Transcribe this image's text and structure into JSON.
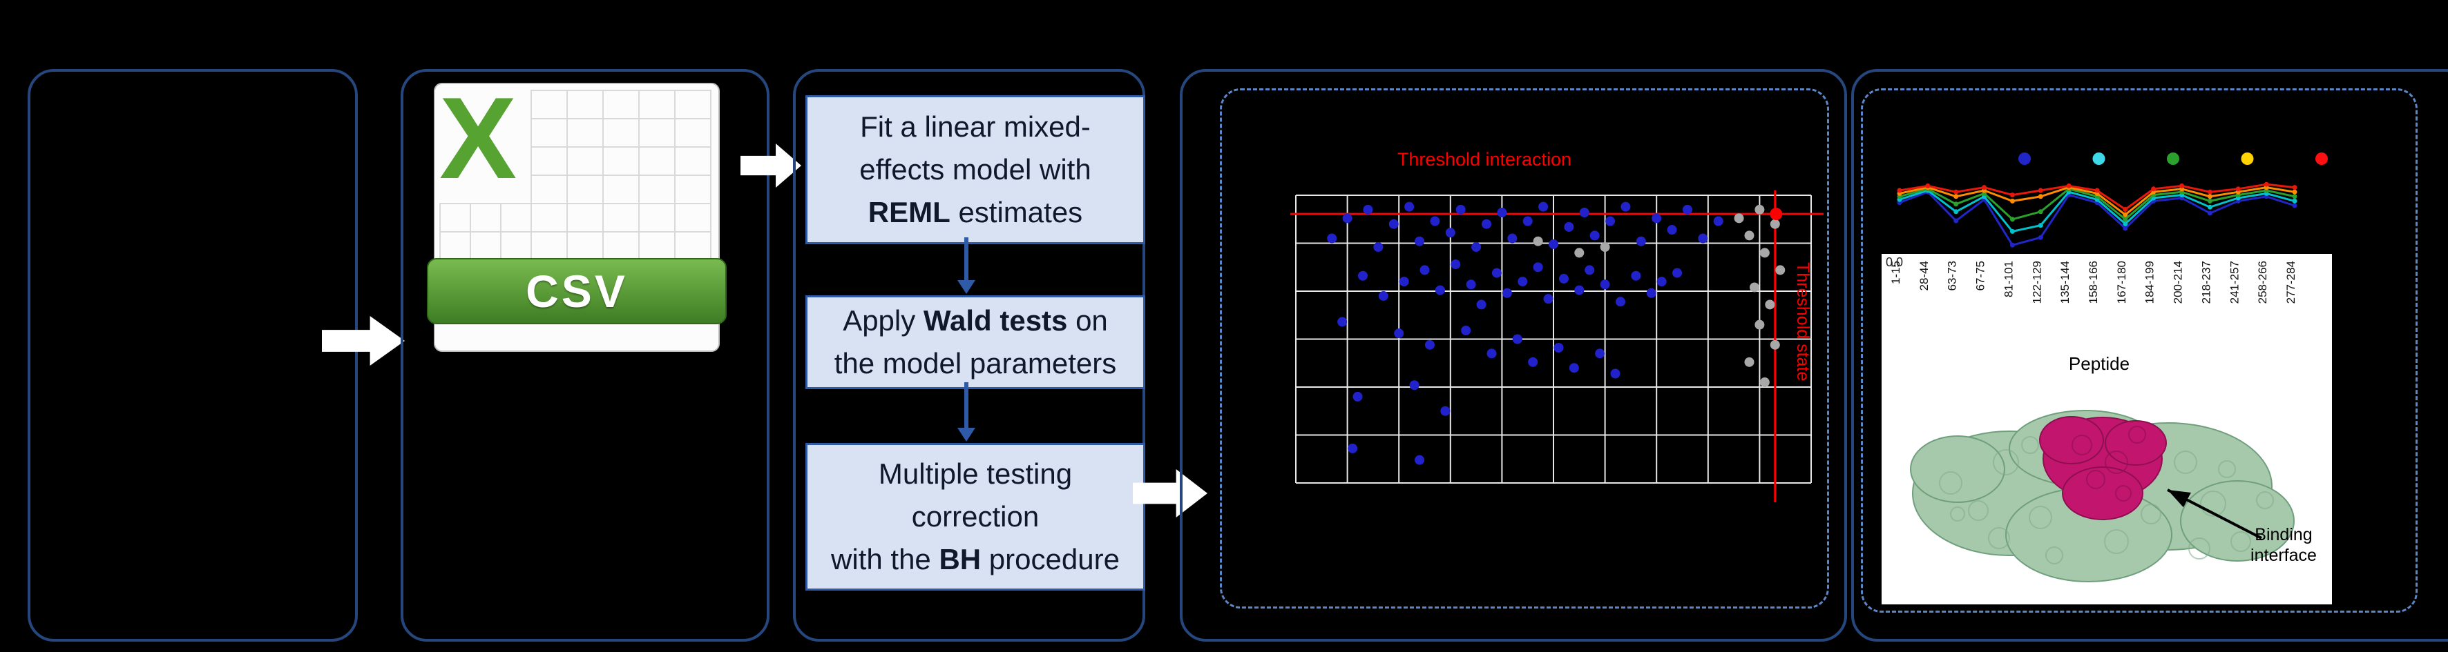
{
  "colors": {
    "solid_box_border": "#25477e",
    "dashed_box_border": "#5b87c9",
    "step_fill": "#d9e2f3",
    "step_border": "#2e5aa8",
    "flow_arrow": "#ffffff",
    "threshold_red": "#ff0000",
    "grid_line": "#e8e8e8"
  },
  "csv_icon": {
    "letter": "X",
    "label": "CSV"
  },
  "steps": [
    {
      "pre": "Fit a linear mixed-\neffects model with\n",
      "bold": "REML",
      "post": " estimates"
    },
    {
      "pre": "Apply ",
      "bold": "Wald tests",
      "post": " on\nthe model parameters"
    },
    {
      "pre": "Multiple testing\ncorrection\nwith the ",
      "bold": "BH",
      "post": " procedure"
    }
  ],
  "chart_data": [
    {
      "id": "significance-scatter",
      "type": "scatter",
      "title": "Threshold interaction",
      "threshold_x_label": "Threshold state",
      "grid": true,
      "grid_cols": 11,
      "grid_rows": 7,
      "x_threshold_norm": 0.93,
      "y_threshold_norm": 0.065,
      "series": [
        {
          "name": "significant-peptides",
          "color": "#2222cc",
          "radius": 7,
          "points": [
            [
              0.07,
              0.15
            ],
            [
              0.1,
              0.08
            ],
            [
              0.14,
              0.05
            ],
            [
              0.16,
              0.18
            ],
            [
              0.19,
              0.1
            ],
            [
              0.22,
              0.04
            ],
            [
              0.24,
              0.16
            ],
            [
              0.27,
              0.09
            ],
            [
              0.3,
              0.13
            ],
            [
              0.32,
              0.05
            ],
            [
              0.35,
              0.18
            ],
            [
              0.37,
              0.1
            ],
            [
              0.4,
              0.06
            ],
            [
              0.42,
              0.15
            ],
            [
              0.45,
              0.09
            ],
            [
              0.48,
              0.04
            ],
            [
              0.5,
              0.17
            ],
            [
              0.53,
              0.11
            ],
            [
              0.56,
              0.06
            ],
            [
              0.58,
              0.14
            ],
            [
              0.61,
              0.09
            ],
            [
              0.64,
              0.04
            ],
            [
              0.67,
              0.16
            ],
            [
              0.7,
              0.08
            ],
            [
              0.73,
              0.12
            ],
            [
              0.76,
              0.05
            ],
            [
              0.79,
              0.15
            ],
            [
              0.82,
              0.09
            ],
            [
              0.13,
              0.28
            ],
            [
              0.17,
              0.35
            ],
            [
              0.21,
              0.3
            ],
            [
              0.25,
              0.26
            ],
            [
              0.28,
              0.33
            ],
            [
              0.31,
              0.24
            ],
            [
              0.34,
              0.31
            ],
            [
              0.36,
              0.38
            ],
            [
              0.39,
              0.27
            ],
            [
              0.41,
              0.34
            ],
            [
              0.44,
              0.3
            ],
            [
              0.47,
              0.25
            ],
            [
              0.49,
              0.36
            ],
            [
              0.52,
              0.29
            ],
            [
              0.55,
              0.33
            ],
            [
              0.57,
              0.26
            ],
            [
              0.6,
              0.31
            ],
            [
              0.63,
              0.37
            ],
            [
              0.66,
              0.28
            ],
            [
              0.69,
              0.34
            ],
            [
              0.71,
              0.3
            ],
            [
              0.74,
              0.27
            ],
            [
              0.2,
              0.48
            ],
            [
              0.26,
              0.52
            ],
            [
              0.33,
              0.47
            ],
            [
              0.38,
              0.55
            ],
            [
              0.43,
              0.5
            ],
            [
              0.46,
              0.58
            ],
            [
              0.51,
              0.53
            ],
            [
              0.54,
              0.6
            ],
            [
              0.59,
              0.55
            ],
            [
              0.62,
              0.62
            ],
            [
              0.09,
              0.44
            ],
            [
              0.12,
              0.7
            ],
            [
              0.23,
              0.66
            ],
            [
              0.29,
              0.75
            ],
            [
              0.11,
              0.88
            ],
            [
              0.24,
              0.92
            ]
          ]
        },
        {
          "name": "non-significant-peptides",
          "color": "#a8a8a8",
          "radius": 7,
          "points": [
            [
              0.9,
              0.05
            ],
            [
              0.93,
              0.1
            ],
            [
              0.88,
              0.14
            ],
            [
              0.91,
              0.2
            ],
            [
              0.94,
              0.26
            ],
            [
              0.89,
              0.32
            ],
            [
              0.92,
              0.38
            ],
            [
              0.9,
              0.45
            ],
            [
              0.93,
              0.52
            ],
            [
              0.88,
              0.58
            ],
            [
              0.91,
              0.65
            ],
            [
              0.55,
              0.2
            ],
            [
              0.6,
              0.18
            ],
            [
              0.47,
              0.16
            ],
            [
              0.86,
              0.08
            ]
          ]
        },
        {
          "name": "threshold-intersection-point",
          "color": "#ff0000",
          "radius": 9,
          "points": [
            [
              0.932,
              0.065
            ]
          ]
        }
      ]
    },
    {
      "id": "uptake-plot",
      "type": "line",
      "xlabel": "Peptide",
      "y_tick": "0.0",
      "categories": [
        "1-15",
        "28-44",
        "63-73",
        "67-75",
        "81-101",
        "122-129",
        "135-144",
        "158-166",
        "167-180",
        "184-199",
        "200-214",
        "218-237",
        "241-257",
        "258-266",
        "277-284"
      ],
      "timepoint_dots": [
        "#2026c8",
        "#3fd8e8",
        "#2ca02c",
        "#ffd400",
        "#ff1010"
      ],
      "series": [
        {
          "name": "timepoint-1",
          "color": "#2026c8",
          "values": [
            0.64,
            0.78,
            0.4,
            0.68,
            0.08,
            0.18,
            0.74,
            0.64,
            0.3,
            0.66,
            0.7,
            0.5,
            0.66,
            0.72,
            0.6
          ]
        },
        {
          "name": "timepoint-2",
          "color": "#00c2cc",
          "values": [
            0.68,
            0.8,
            0.52,
            0.72,
            0.26,
            0.34,
            0.78,
            0.68,
            0.36,
            0.7,
            0.74,
            0.58,
            0.7,
            0.76,
            0.66
          ]
        },
        {
          "name": "timepoint-3",
          "color": "#2ca02c",
          "values": [
            0.72,
            0.82,
            0.62,
            0.76,
            0.42,
            0.52,
            0.82,
            0.72,
            0.42,
            0.74,
            0.78,
            0.66,
            0.74,
            0.8,
            0.72
          ]
        },
        {
          "name": "timepoint-4",
          "color": "#ff8c00",
          "values": [
            0.76,
            0.84,
            0.72,
            0.8,
            0.66,
            0.72,
            0.84,
            0.76,
            0.48,
            0.78,
            0.82,
            0.72,
            0.78,
            0.84,
            0.78
          ]
        },
        {
          "name": "timepoint-5",
          "color": "#e8190c",
          "values": [
            0.8,
            0.86,
            0.78,
            0.84,
            0.74,
            0.8,
            0.86,
            0.8,
            0.55,
            0.82,
            0.86,
            0.78,
            0.82,
            0.88,
            0.84
          ]
        }
      ]
    }
  ],
  "structure_panel": {
    "binding_label": "Binding interface"
  }
}
